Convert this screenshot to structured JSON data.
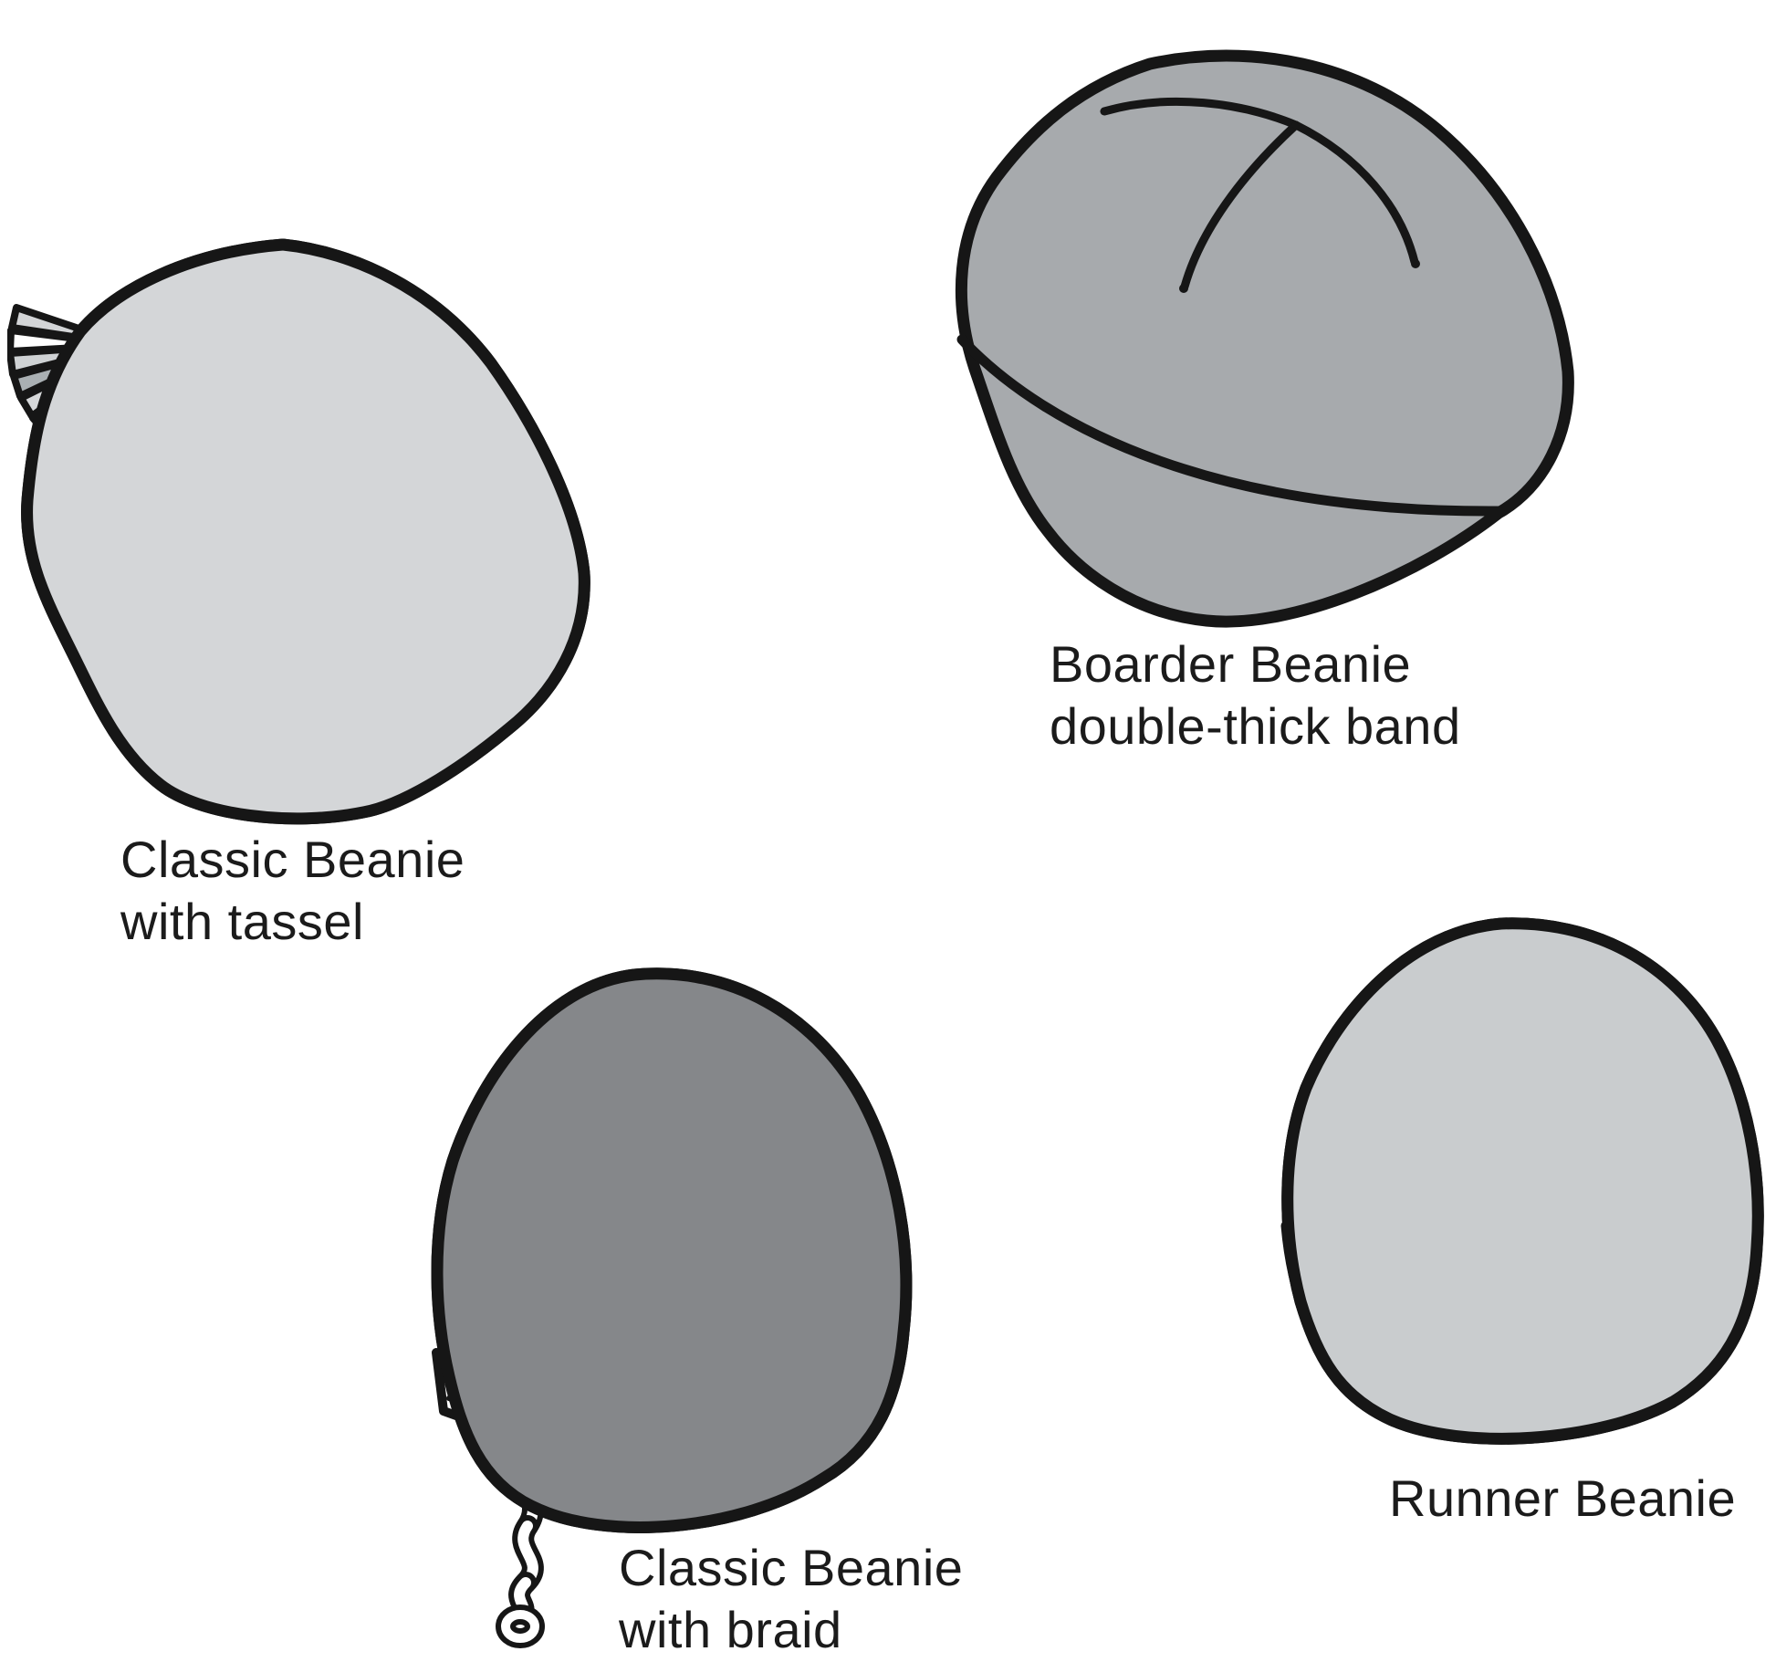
{
  "page": {
    "background_color": "#ffffff",
    "description": "Four beanie hat style illustrations"
  },
  "colors": {
    "page_bg": "#ffffff",
    "outline": "#161616",
    "text": "#1b1b1b",
    "hat1_body": "#d4d6d8",
    "hat2_body": "#a7aaad",
    "hat3_body": "#85878a",
    "hat4_crown": "#c9ccce",
    "hat4_band": "#a3a6a9",
    "ribbon_white": "#ffffff",
    "ribbon_pattern": "#c8cbce",
    "ribbon_pattern_dark": "#b3b7ba",
    "ribbon_mark": "#9aa0a4",
    "cord_white": "#ffffff"
  },
  "hats": [
    {
      "name": "classic-beanie-with-tassel",
      "label_lines": [
        "Classic Beanie",
        "with tassel"
      ],
      "tassel_colors": [
        "#c6c9cb",
        "#9ba0a4",
        "#d6d8da",
        "#aab0b3",
        "#cfd2d4",
        "#ffffff",
        "#d3d5d7"
      ]
    },
    {
      "name": "boarder-beanie",
      "label_lines": [
        "Boarder Beanie",
        "double-thick band"
      ]
    },
    {
      "name": "classic-beanie-with-braid",
      "label_lines": [
        "Classic Beanie",
        "with braid"
      ]
    },
    {
      "name": "runner-beanie",
      "label_lines": [
        "Runner Beanie"
      ]
    }
  ]
}
